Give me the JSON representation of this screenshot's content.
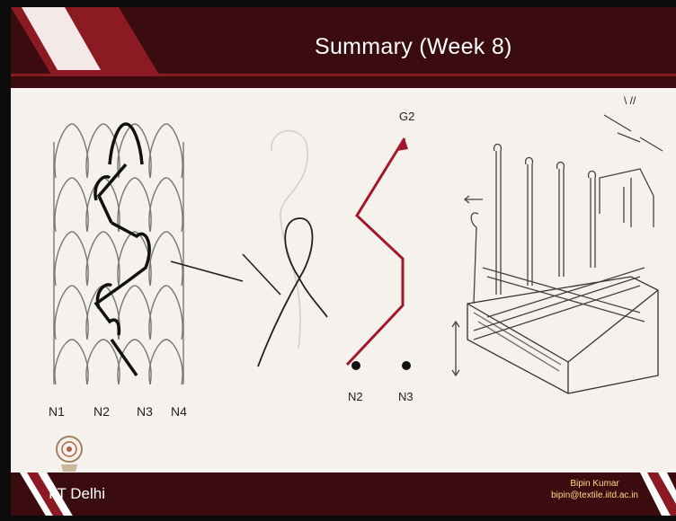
{
  "slide": {
    "title": "Summary (Week 8)",
    "institute": "IIT Delhi",
    "author_name": "Bipin Kumar",
    "author_email": "bipin@textile.iitd.ac.in"
  },
  "fabric_diagram": {
    "needle_labels": [
      "N1",
      "N2",
      "N3",
      "N4"
    ]
  },
  "lapping_diagram": {
    "guide_label": "G2",
    "needle_labels": [
      "N2",
      "N3"
    ]
  },
  "machine_diagram": {
    "corner_label": "\\ //"
  },
  "colors": {
    "header": "#3a0c0f",
    "accent": "#8b1a22",
    "lapping_line": "#a3172a",
    "background": "#f5f1ec"
  }
}
